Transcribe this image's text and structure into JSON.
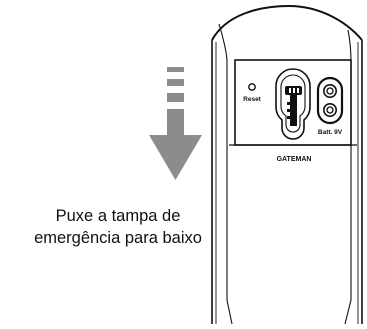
{
  "instruction": {
    "line1": "Puxe a tampa de",
    "line2": "emergência para baixo"
  },
  "device": {
    "reset_label": "Reset",
    "battery_label": "Batt. 9V",
    "brand": "GATEMAN"
  },
  "arrow": {
    "direction": "down",
    "color": "#8c8c8c"
  },
  "icons": {
    "key": "key-icon",
    "reset": "reset-button-icon",
    "battery": "battery-terminal-icon"
  }
}
